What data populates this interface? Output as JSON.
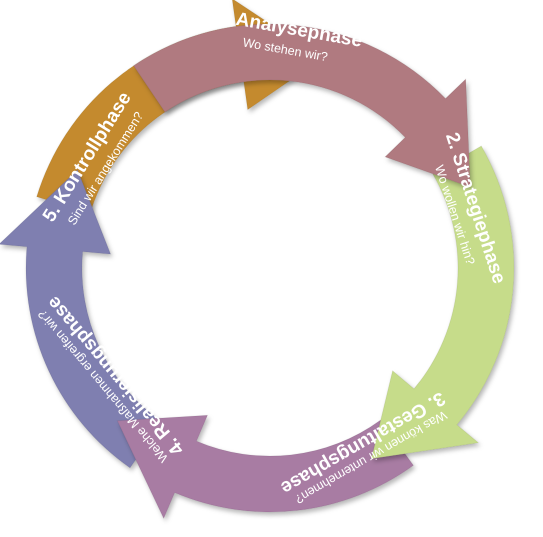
{
  "phases": [
    {
      "title": "1. Analysephase",
      "subtitle": "Wo stehen wir?",
      "color": "#b07a80"
    },
    {
      "title": "2. Strategiephase",
      "subtitle": "Wo wollen wir hin?",
      "color": "#c6dc8a"
    },
    {
      "title": "3. Gestaltungsphase",
      "subtitle": "Was können wir unternehmen?",
      "color": "#a87ba3"
    },
    {
      "title": "4. Realisierungsphase",
      "subtitle": "Welche Maßnahmen ergreifen wir?",
      "color": "#7f7fb0"
    },
    {
      "title": "5. Kontrollphase",
      "subtitle": "Sind wir angekommen?",
      "color": "#c48a2e"
    }
  ]
}
